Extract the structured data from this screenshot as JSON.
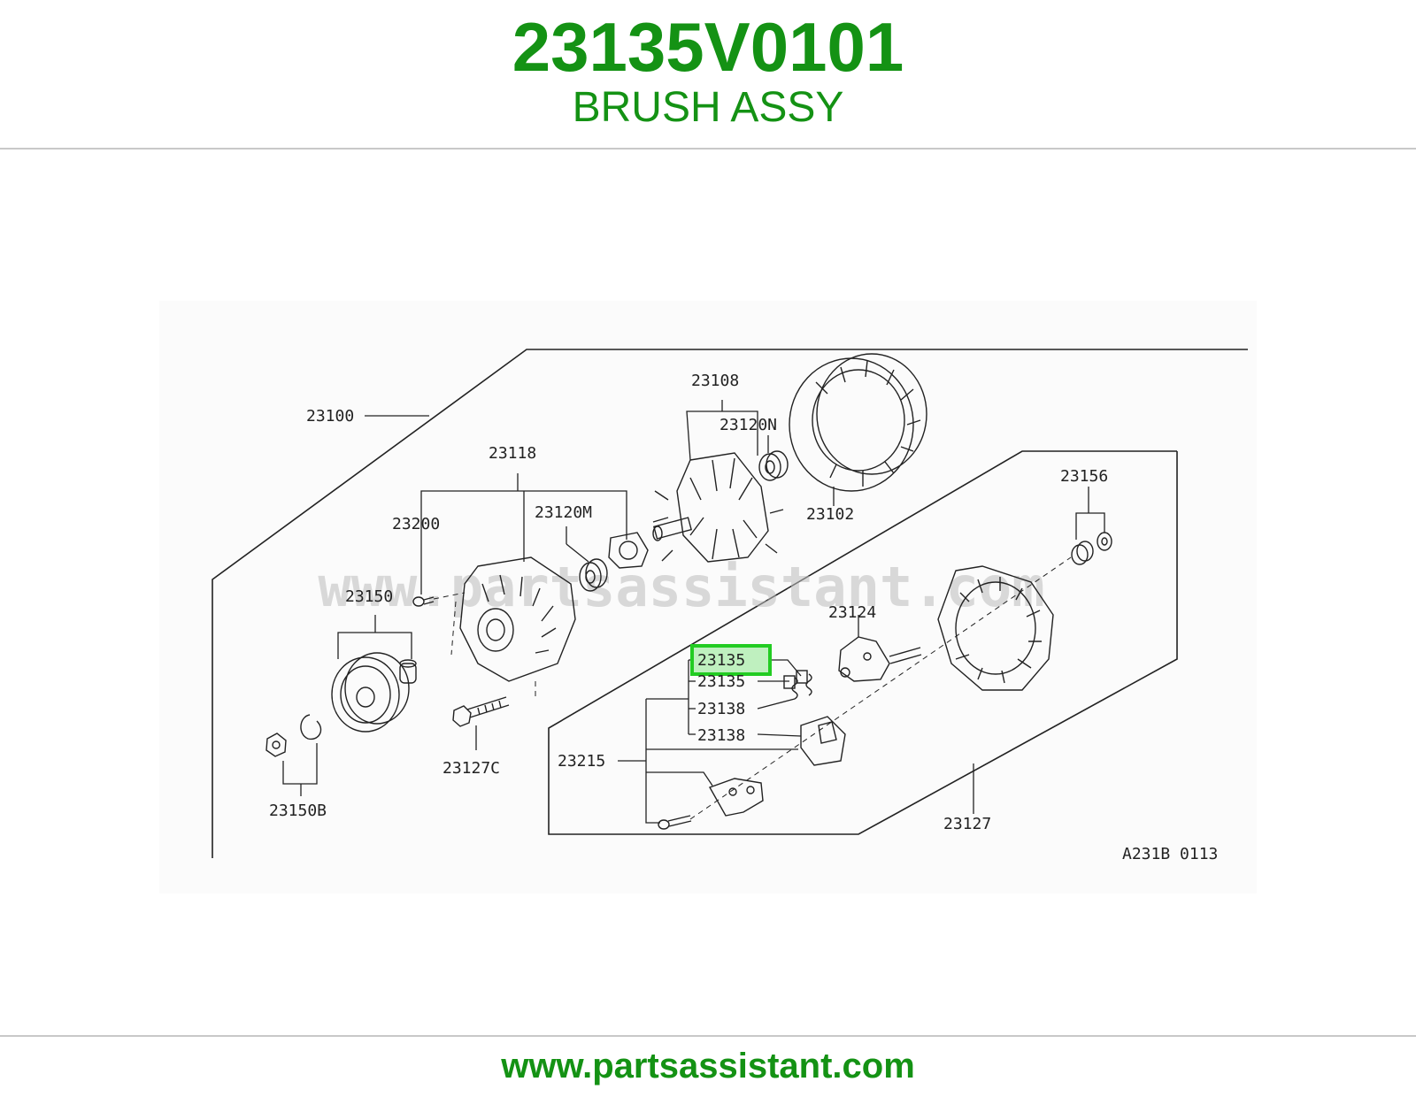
{
  "header": {
    "part_number": "23135V0101",
    "part_name": "BRUSH ASSY"
  },
  "diagram": {
    "watermark": "www.partsassistant.com",
    "figure_code": "A231B 0113",
    "highlighted_label": "23135",
    "labels": {
      "l23100": "23100",
      "l23108": "23108",
      "l23120N": "23120N",
      "l23118": "23118",
      "l23120M": "23120M",
      "l23102": "23102",
      "l23156": "23156",
      "l23200": "23200",
      "l23150": "23150",
      "l23124": "23124",
      "l23135a": "23135",
      "l23135b": "23135",
      "l23138a": "23138",
      "l23138b": "23138",
      "l23215": "23215",
      "l23127C": "23127C",
      "l23127": "23127",
      "l23150B": "23150B"
    },
    "colors": {
      "line": "#222222",
      "highlight": "#22cc22",
      "highlight_fill": "#bff0bf",
      "watermark": "#bbbbbb"
    }
  },
  "footer": {
    "url": "www.partsassistant.com"
  }
}
